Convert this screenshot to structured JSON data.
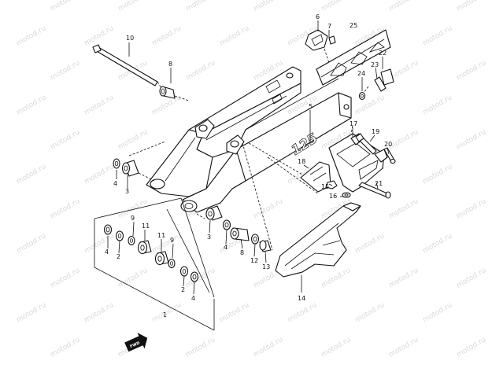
{
  "watermark": "motod.ru",
  "arrow_label": "FWD",
  "decal_text": "125",
  "callouts": [
    {
      "id": "c10a",
      "label": "10"
    },
    {
      "id": "c8a",
      "label": "8"
    },
    {
      "id": "c6",
      "label": "6"
    },
    {
      "id": "c7",
      "label": "7"
    },
    {
      "id": "c25",
      "label": "25"
    },
    {
      "id": "c22",
      "label": "22"
    },
    {
      "id": "c23",
      "label": "23"
    },
    {
      "id": "c24",
      "label": "24"
    },
    {
      "id": "c5",
      "label": "5"
    },
    {
      "id": "c17",
      "label": "17"
    },
    {
      "id": "c19",
      "label": "19"
    },
    {
      "id": "c20",
      "label": "20"
    },
    {
      "id": "c18",
      "label": "18"
    },
    {
      "id": "c15",
      "label": "15"
    },
    {
      "id": "c16",
      "label": "16"
    },
    {
      "id": "c21",
      "label": "21"
    },
    {
      "id": "c4a",
      "label": "4"
    },
    {
      "id": "c3a",
      "label": "3"
    },
    {
      "id": "c9a",
      "label": "9"
    },
    {
      "id": "c11a",
      "label": "11"
    },
    {
      "id": "c4b",
      "label": "4"
    },
    {
      "id": "c2a",
      "label": "2"
    },
    {
      "id": "c11b",
      "label": "11"
    },
    {
      "id": "c9b",
      "label": "9"
    },
    {
      "id": "c3b",
      "label": "3"
    },
    {
      "id": "c4c",
      "label": "4"
    },
    {
      "id": "c8b",
      "label": "8"
    },
    {
      "id": "c12",
      "label": "12"
    },
    {
      "id": "c13",
      "label": "13"
    },
    {
      "id": "c2b",
      "label": "2"
    },
    {
      "id": "c4d",
      "label": "4"
    },
    {
      "id": "c1",
      "label": "1"
    },
    {
      "id": "c14",
      "label": "14"
    }
  ]
}
